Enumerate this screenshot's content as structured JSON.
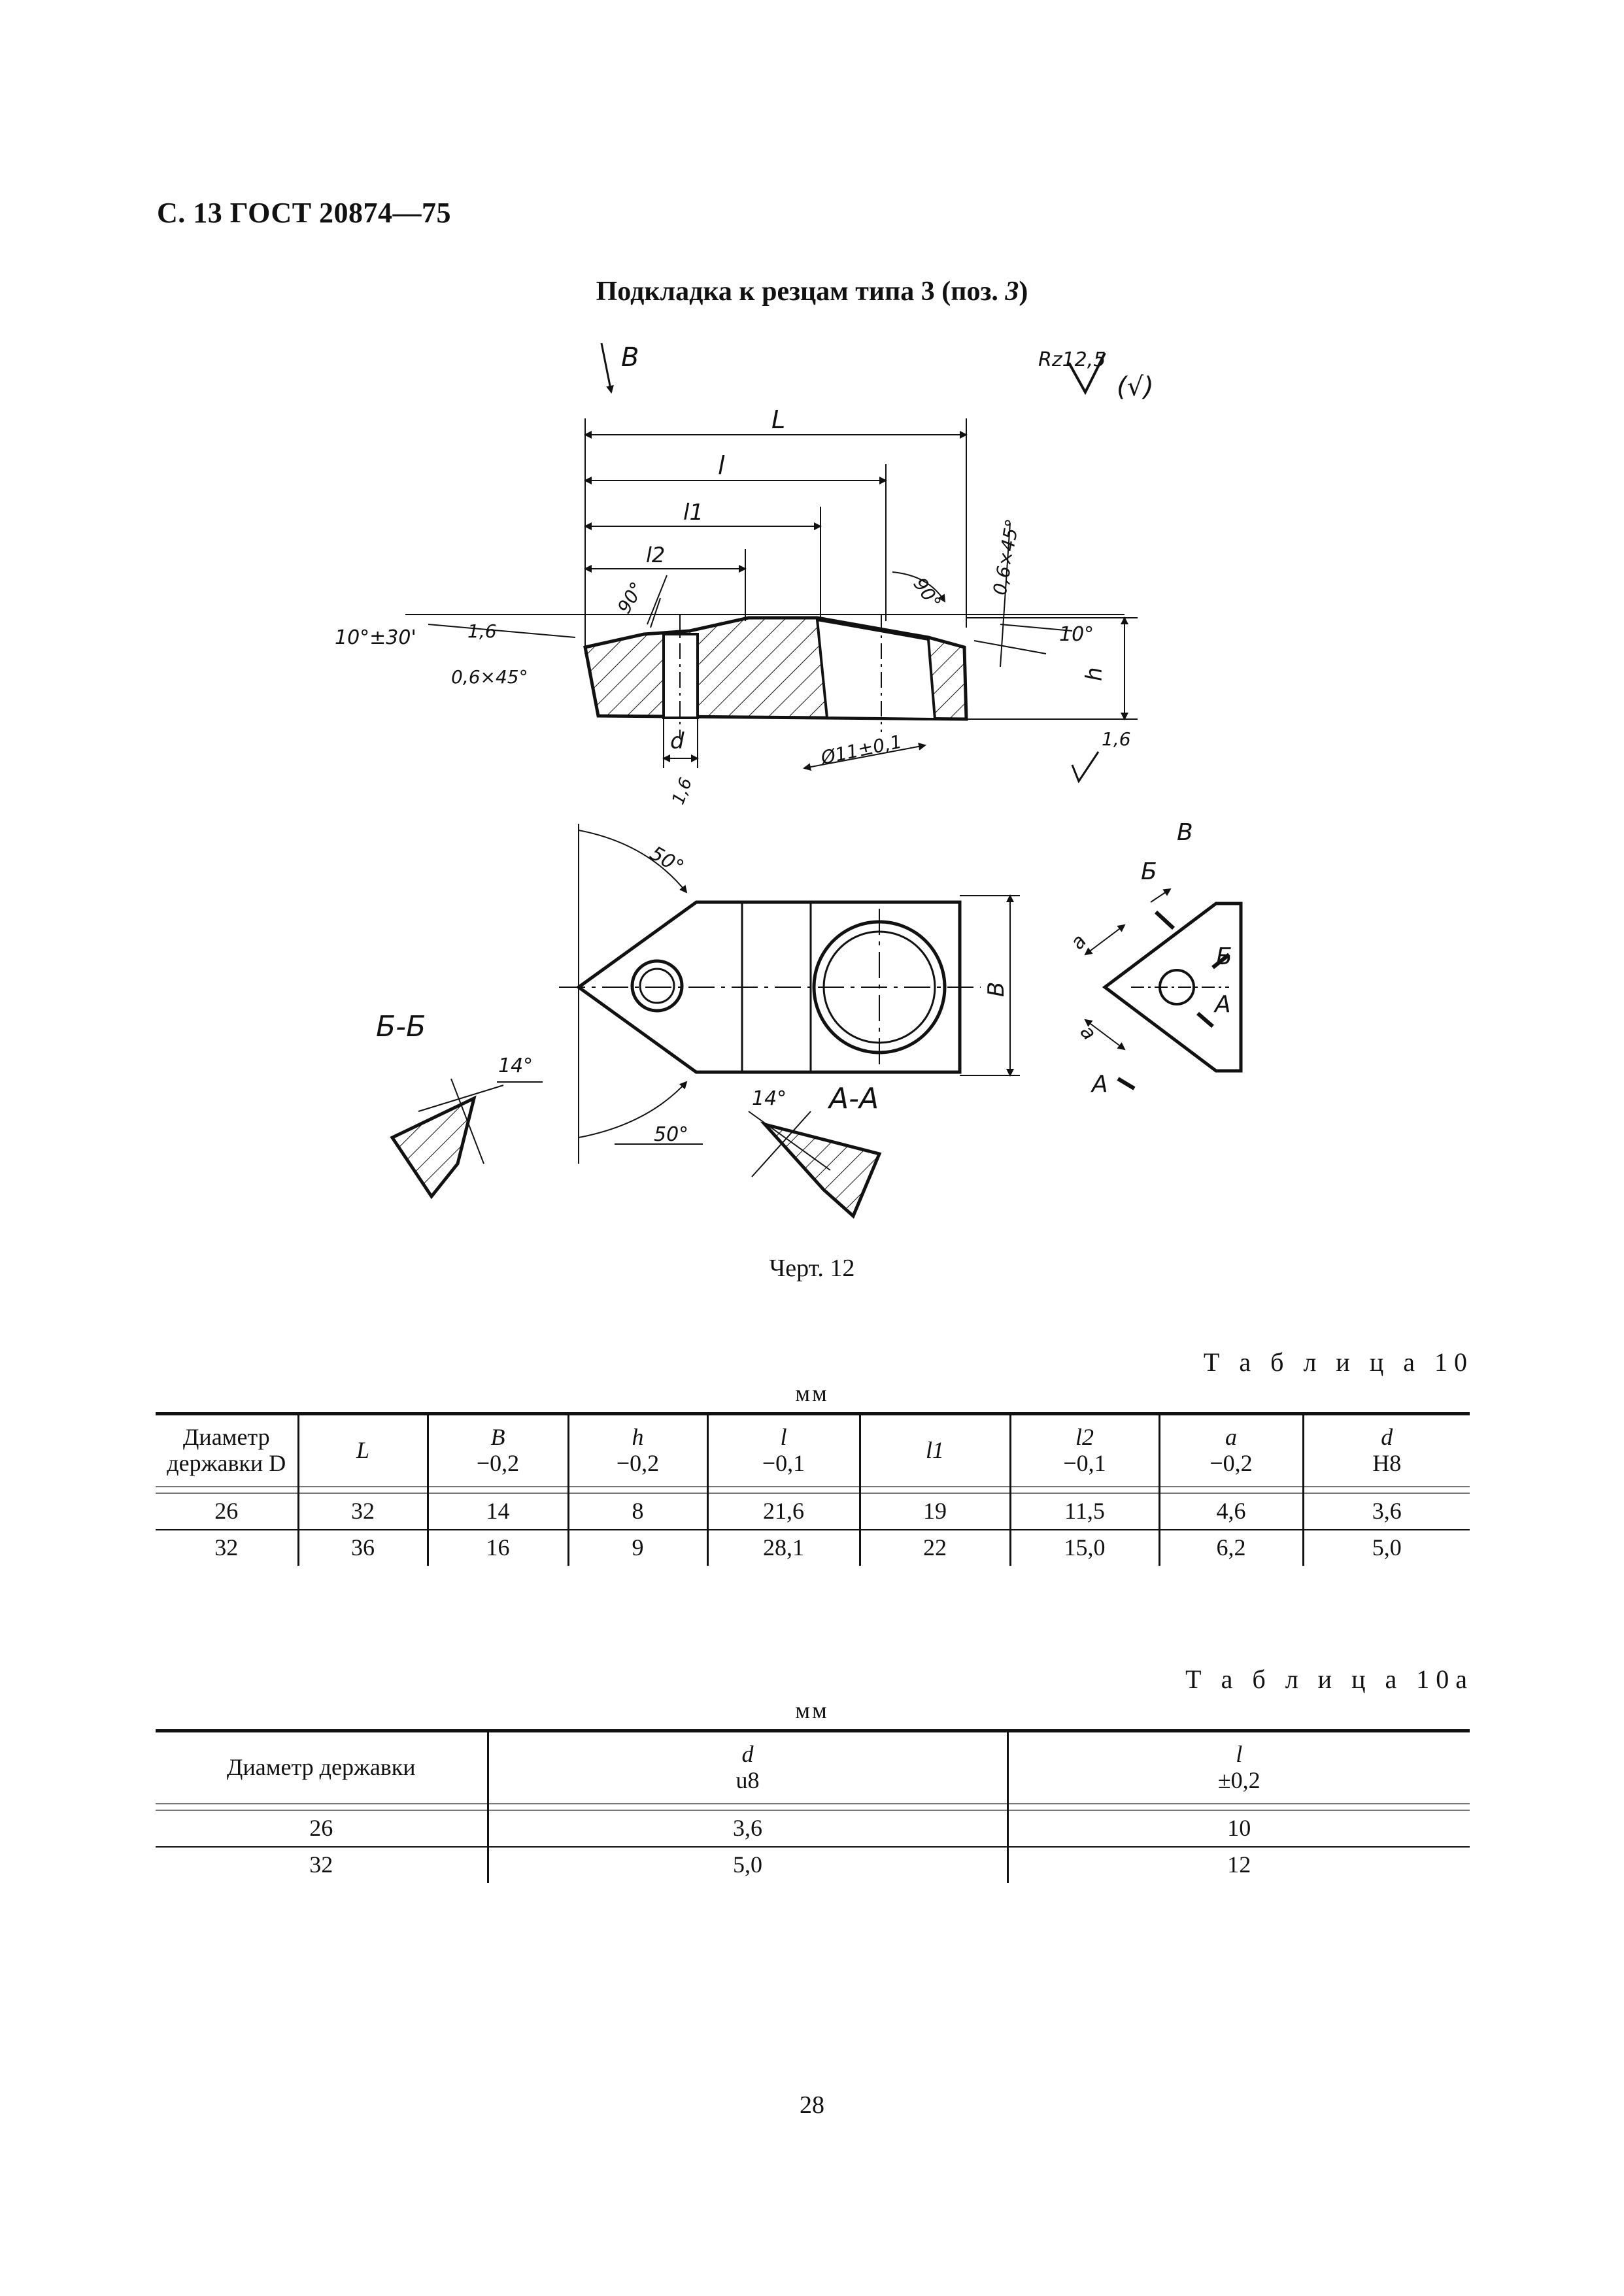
{
  "header": "С. 13 ГОСТ 20874—75",
  "figure": {
    "title_main": "Подкладка к резцам типа 3 (поз. ",
    "title_pos": "3",
    "title_end": ")",
    "caption": "Черт. 12",
    "labels": {
      "view_b": "В",
      "roughness": "Rz12,5",
      "roughness_note": "(√)",
      "dim_L": "L",
      "dim_l": "l",
      "dim_l1": "l1",
      "dim_l2": "l2",
      "angle_90": "90°",
      "chamfer": "0,6×45°",
      "angle_tol": "10°±30'",
      "rough_1_6": "1,6",
      "angle_10": "10°",
      "dim_h": "h",
      "dim_d": "d",
      "diam_11": "Ø11±0,1",
      "angle_50": "50°",
      "dim_B": "B",
      "dim_a": "a",
      "sect_bb": "Б-Б",
      "sect_aa": "А-А",
      "angle_14": "14°",
      "mark_b": "Б",
      "mark_a": "А"
    }
  },
  "table10": {
    "label": "Т а б л и ц а  10",
    "unit": "мм",
    "columns": [
      {
        "line1": "Диаметр",
        "line2": "державки D"
      },
      {
        "line1": "L",
        "line2": ""
      },
      {
        "line1": "B",
        "line2": "−0,2"
      },
      {
        "line1": "h",
        "line2": "−0,2"
      },
      {
        "line1": "l",
        "line2": "−0,1"
      },
      {
        "line1": "l1",
        "line2": ""
      },
      {
        "line1": "l2",
        "line2": "−0,1"
      },
      {
        "line1": "a",
        "line2": "−0,2"
      },
      {
        "line1": "d",
        "line2": "H8"
      }
    ],
    "rows": [
      [
        "26",
        "32",
        "14",
        "8",
        "21,6",
        "19",
        "11,5",
        "4,6",
        "3,6"
      ],
      [
        "32",
        "36",
        "16",
        "9",
        "28,1",
        "22",
        "15,0",
        "6,2",
        "5,0"
      ]
    ]
  },
  "table10a": {
    "label": "Т а б л и ц а  10а",
    "unit": "мм",
    "columns": [
      {
        "line1": "Диаметр державки",
        "line2": ""
      },
      {
        "line1": "d",
        "line2": "u8"
      },
      {
        "line1": "l",
        "line2": "±0,2"
      }
    ],
    "rows": [
      [
        "26",
        "3,6",
        "10"
      ],
      [
        "32",
        "5,0",
        "12"
      ]
    ]
  },
  "page_number": "28"
}
